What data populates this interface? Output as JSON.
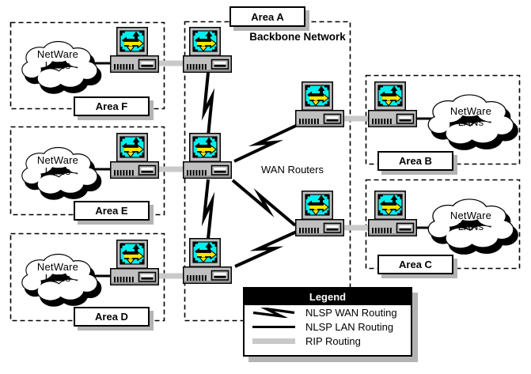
{
  "backbone": {
    "area_label": "Area A",
    "name": "Backbone Network",
    "wan_routers_caption": "WAN Routers"
  },
  "areas": {
    "b": {
      "label": "Area B",
      "cloud_line1": "NetWare",
      "cloud_line2": "LANs"
    },
    "c": {
      "label": "Area C",
      "cloud_line1": "NetWare",
      "cloud_line2": "LANs"
    },
    "d": {
      "label": "Area D",
      "cloud_line1": "NetWare",
      "cloud_line2": "LANs"
    },
    "e": {
      "label": "Area E",
      "cloud_line1": "NetWare",
      "cloud_line2": "LANs"
    },
    "f": {
      "label": "Area F",
      "cloud_line1": "NetWare",
      "cloud_line2": "LANs"
    }
  },
  "legend": {
    "title": "Legend",
    "items": [
      {
        "icon": "nlsp-wan-routing-line-icon",
        "label": "NLSP WAN Routing"
      },
      {
        "icon": "nlsp-lan-routing-line-icon",
        "label": "NLSP LAN Routing"
      },
      {
        "icon": "rip-routing-line-icon",
        "label": "RIP Routing"
      }
    ]
  },
  "colors": {
    "screen_cyan": "#00f0f0",
    "chrome_gray": "#c0c0c0",
    "rip_line_gray": "#c9c9c9",
    "shadow_gray": "#b3b3b3",
    "arrow_yellow": "#ffe800"
  }
}
